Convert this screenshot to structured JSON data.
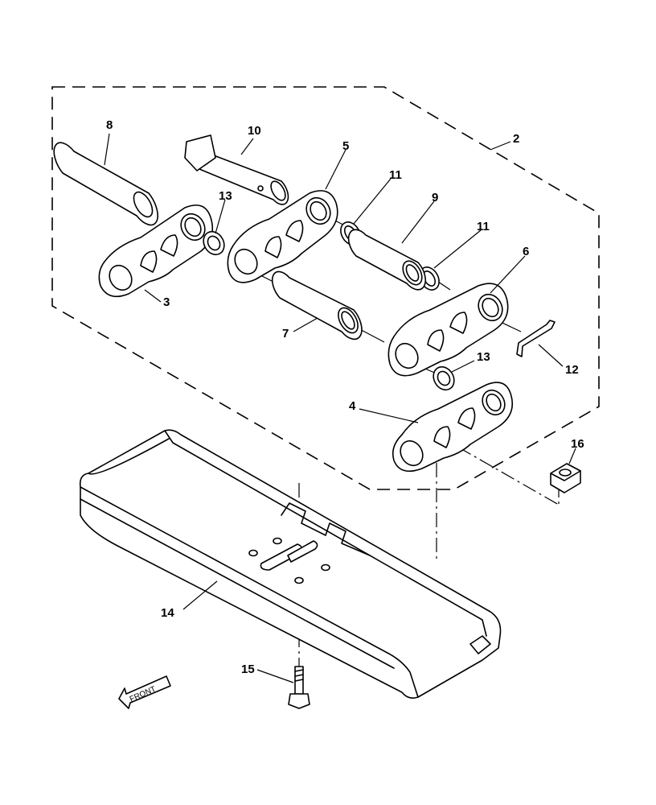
{
  "callouts": {
    "c2": "2",
    "c3": "3",
    "c4": "4",
    "c5": "5",
    "c6": "6",
    "c7": "7",
    "c8": "8",
    "c9": "9",
    "c10": "10",
    "c11a": "11",
    "c11b": "11",
    "c12": "12",
    "c13a": "13",
    "c13b": "13",
    "c14": "14",
    "c15": "15",
    "c16": "16"
  },
  "direction_arrow": {
    "label": "FRONT",
    "icon": "front-arrow-icon"
  }
}
